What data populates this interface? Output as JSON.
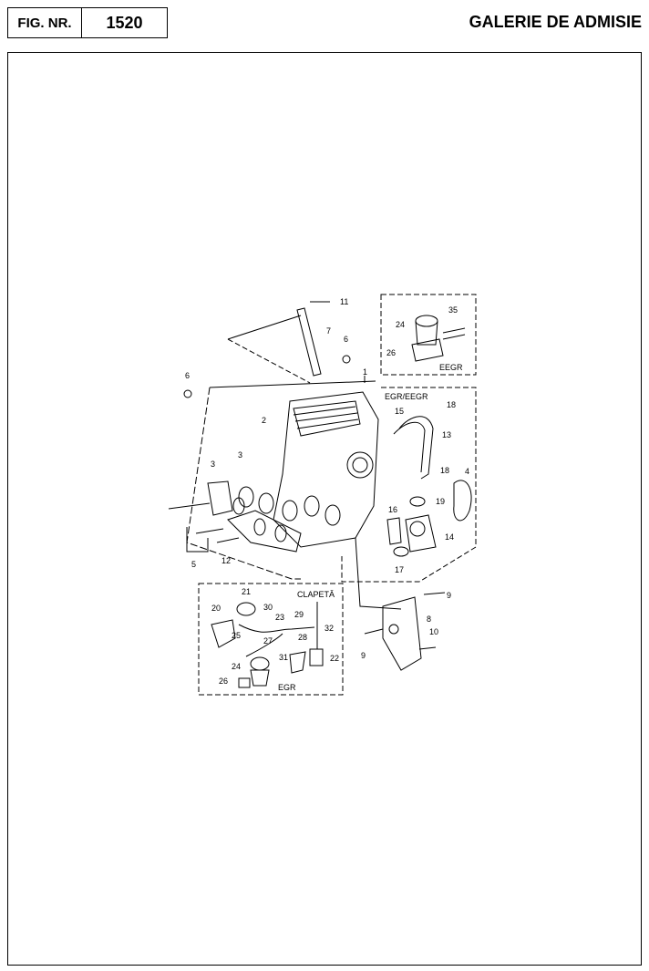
{
  "header": {
    "fig_label": "FIG. NR.",
    "fig_number": "1520",
    "title": "GALERIE DE ADMISIE"
  },
  "diagram": {
    "group_labels": {
      "eegr": "EEGR",
      "egr_eegr": "EGR/EEGR",
      "clapeta": "CLAPETĂ",
      "egr": "EGR"
    },
    "part_numbers": {
      "p1": "1",
      "p2": "2",
      "p3a": "3",
      "p3b": "3",
      "p4": "4",
      "p5": "5",
      "p6a": "6",
      "p6b": "6",
      "p7": "7",
      "p8": "8",
      "p9a": "9",
      "p9b": "9",
      "p10": "10",
      "p11": "11",
      "p12": "12",
      "p13": "13",
      "p14": "14",
      "p15": "15",
      "p16": "16",
      "p17": "17",
      "p18a": "18",
      "p18b": "18",
      "p19": "19",
      "p20": "20",
      "p21": "21",
      "p22": "22",
      "p23": "23",
      "p24a": "24",
      "p24b": "24",
      "p25": "25",
      "p26a": "26",
      "p26b": "26",
      "p27": "27",
      "p28": "28",
      "p29": "29",
      "p30": "30",
      "p31": "31",
      "p32": "32",
      "p35": "35"
    }
  }
}
